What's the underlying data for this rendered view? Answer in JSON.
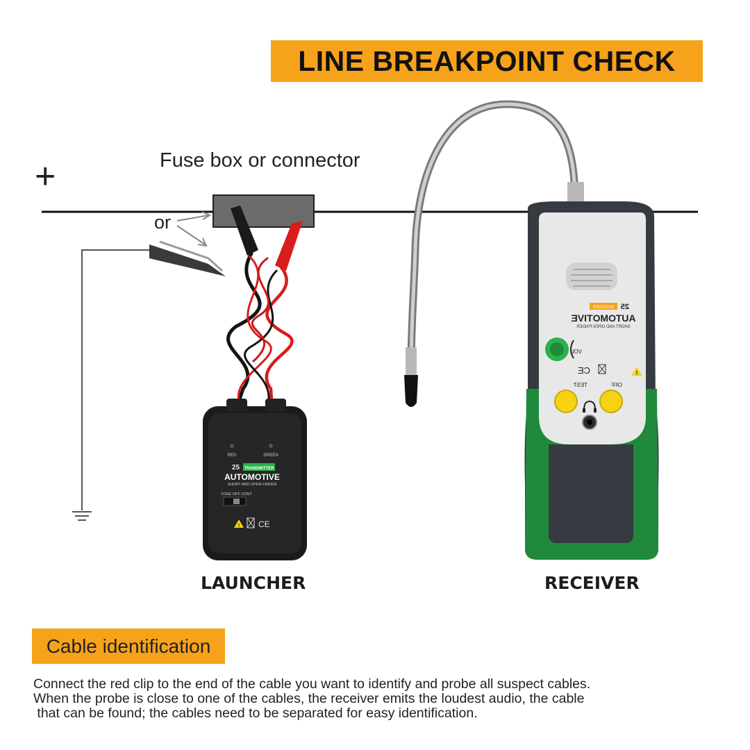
{
  "title": "LINE BREAKPOINT CHECK",
  "diagram": {
    "fuse_label": "Fuse box or connector",
    "plus_symbol": "+",
    "or_label": "or"
  },
  "launcher": {
    "caption": "LAUNCHER",
    "led_red": "RED",
    "led_green": "GREEN",
    "model": "25",
    "badge": "TRANSMITTER",
    "brand": "AUTOMOTIVE",
    "subtitle": "SHORT AND OPEN FINDER",
    "switch_label": "TONE OFF CONT",
    "ce_mark": "CE"
  },
  "receiver": {
    "caption": "RECEIVER",
    "model": "25",
    "badge": "RECEIVER",
    "brand": "AUTOMOTIVE",
    "subtitle": "SHORT AND OPEN FINDER",
    "vol_label": "VOL",
    "test_label": "TEST",
    "off_label": "OFF",
    "ce_mark": "CE"
  },
  "cable_section": {
    "heading": "Cable identification",
    "lines": [
      "Connect the red clip to the end of the cable you want to identify and probe all suspect cables.",
      "When the probe is close to one of the cables, the receiver emits the loudest audio, the cable",
      " that can be found; the cables need to be separated for easy identification."
    ]
  },
  "colors": {
    "accent_orange": "#f7a21b",
    "receiver_green": "#1f8a3c",
    "button_yellow": "#f5d312",
    "wire_red": "#d91c1c"
  }
}
